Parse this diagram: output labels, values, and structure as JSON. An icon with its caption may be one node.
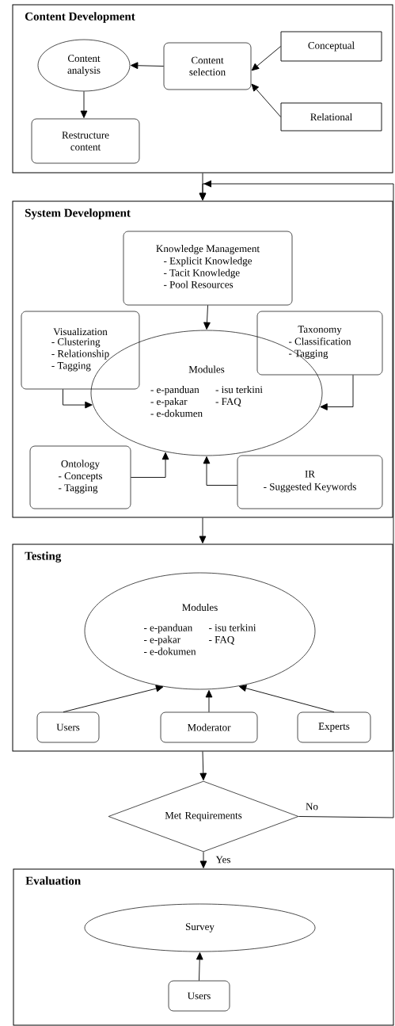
{
  "diagram": {
    "nodes": [
      {
        "text": [
          "Content Development"
        ]
      },
      {
        "text": [
          "Content analysis"
        ],
        "in": 0
      },
      {
        "text": [
          "Content selection"
        ],
        "in": 0
      },
      {
        "text": [
          "Conceptual"
        ],
        "in": 0
      },
      {
        "text": [
          "Relational"
        ],
        "in": 0
      },
      {
        "text": [
          "Restructure content"
        ],
        "in": 0
      },
      {
        "text": [
          "System Development"
        ]
      },
      {
        "text": [
          "Knowledge Management",
          "- Explicit Knowledge",
          "- Tacit Knowledge",
          "- Pool Resources"
        ],
        "in": 6
      },
      {
        "text": [
          "Visualization",
          "- Clustering",
          "- Relationship",
          "- Tagging"
        ],
        "in": 6
      },
      {
        "text": [
          "Taxonomy",
          "- Classification",
          "- Tagging"
        ],
        "in": 6
      },
      {
        "text": [
          "Modules",
          "- e-panduan",
          "- e-pakar",
          "- e-dokumen",
          "- isu terkini",
          "- FAQ"
        ],
        "in": 6
      },
      {
        "text": [
          "Ontology",
          "- Concepts",
          "- Tagging"
        ],
        "in": 6
      },
      {
        "text": [
          "IR",
          "- Suggested Keywords"
        ],
        "in": 6
      },
      {
        "text": [
          "Testing"
        ]
      },
      {
        "text": [
          "Modules",
          "- e-panduan",
          "- e-pakar",
          "- e-dokumen",
          "- isu terkini",
          "- FAQ"
        ],
        "in": 13
      },
      {
        "text": [
          "Users"
        ],
        "in": 13
      },
      {
        "text": [
          "Moderator"
        ],
        "in": 13
      },
      {
        "text": [
          "Experts"
        ],
        "in": 13
      },
      {
        "text": [
          "Met Requirements"
        ]
      },
      {
        "text": [
          "Evaluation"
        ]
      },
      {
        "text": [
          "Survey"
        ],
        "in": 19
      },
      {
        "text": [
          "Users"
        ],
        "in": 19
      }
    ],
    "edges": [
      {
        "from": 2,
        "to": 1,
        "arrow": "to"
      },
      {
        "from": 3,
        "to": 2,
        "arrow": "to"
      },
      {
        "from": 4,
        "to": 2,
        "arrow": "to"
      },
      {
        "from": 1,
        "to": 5,
        "arrow": "to"
      },
      {
        "from": 0,
        "to": 6,
        "arrow": "to"
      },
      {
        "from": 18,
        "to": 6,
        "arrow": "to",
        "label": "No"
      },
      {
        "from": 7,
        "to": 10,
        "arrow": "to"
      },
      {
        "from": 8,
        "to": 10,
        "arrow": "to"
      },
      {
        "from": 9,
        "to": 10,
        "arrow": "to"
      },
      {
        "from": 11,
        "to": 10,
        "arrow": "to"
      },
      {
        "from": 12,
        "to": 10,
        "arrow": "to"
      },
      {
        "from": 6,
        "to": 13,
        "arrow": "to"
      },
      {
        "from": 15,
        "to": 14,
        "arrow": "to"
      },
      {
        "from": 16,
        "to": 14,
        "arrow": "to"
      },
      {
        "from": 17,
        "to": 14,
        "arrow": "to"
      },
      {
        "from": 13,
        "to": 18,
        "arrow": "to"
      },
      {
        "from": 18,
        "to": 19,
        "arrow": "to",
        "label": "Yes"
      },
      {
        "from": 21,
        "to": 20,
        "arrow": "to"
      }
    ]
  }
}
